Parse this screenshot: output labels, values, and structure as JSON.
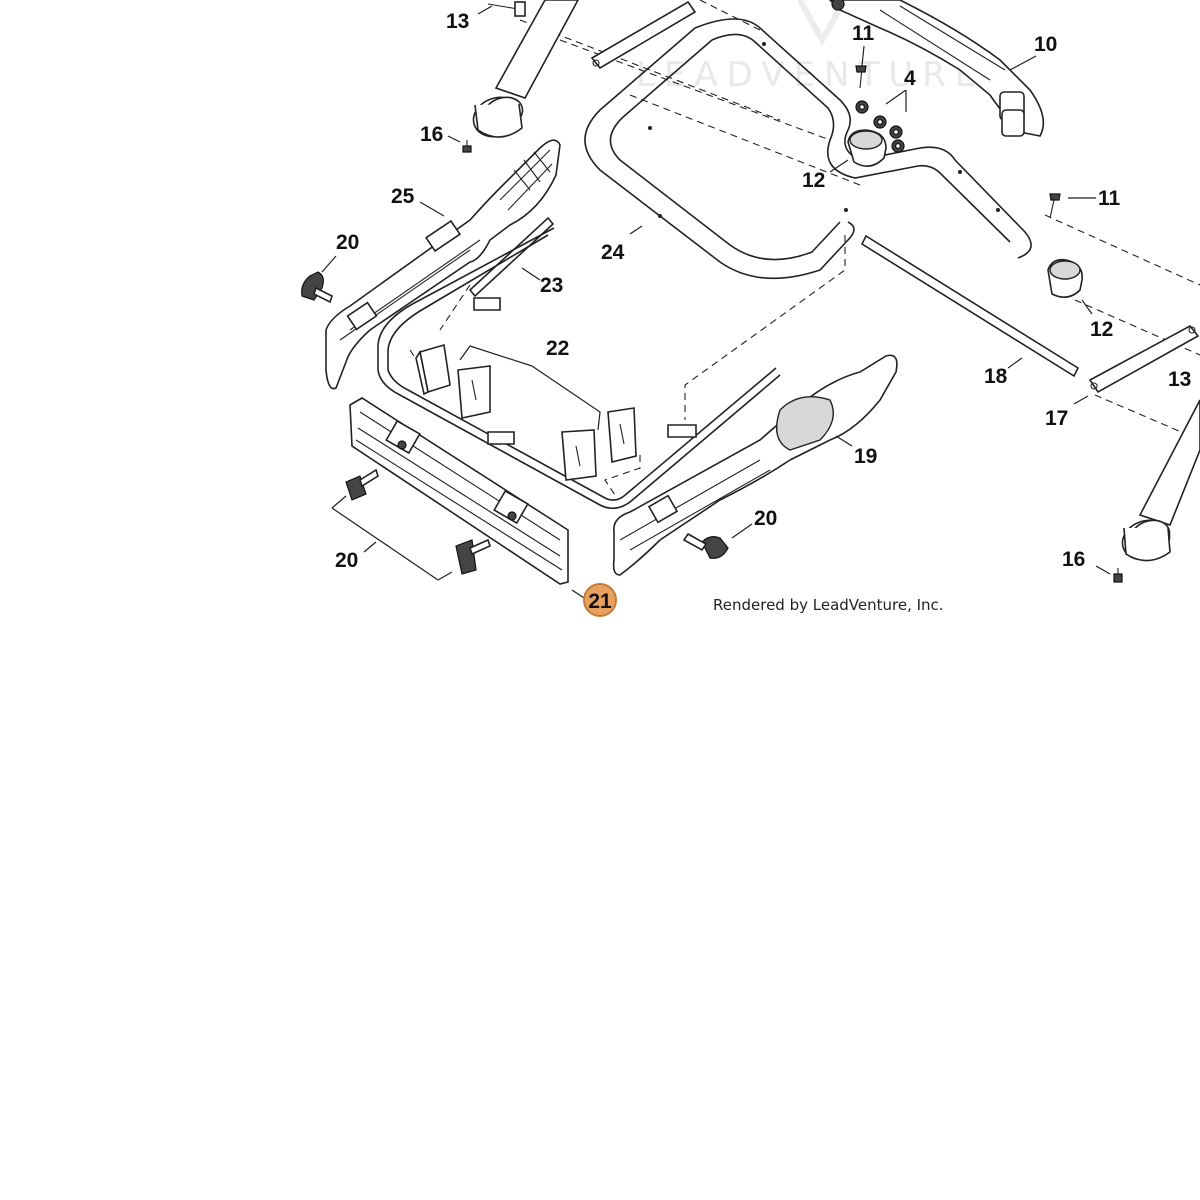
{
  "watermark": {
    "text": "LEADVENTURE"
  },
  "credit": {
    "text": "Rendered by LeadVenture, Inc."
  },
  "highlight_color": "#e8a060",
  "callouts": {
    "c13a": "13",
    "c16a": "16",
    "c25": "25",
    "c20a": "20",
    "c11a": "11",
    "c4": "4",
    "c10": "10",
    "c12a": "12",
    "c11b": "11",
    "c24": "24",
    "c23": "23",
    "c22": "22",
    "c12b": "12",
    "c18": "18",
    "c13b": "13",
    "c17": "17",
    "c19": "19",
    "c20b": "20",
    "c20c": "20",
    "c16b": "16",
    "c21": "21"
  }
}
